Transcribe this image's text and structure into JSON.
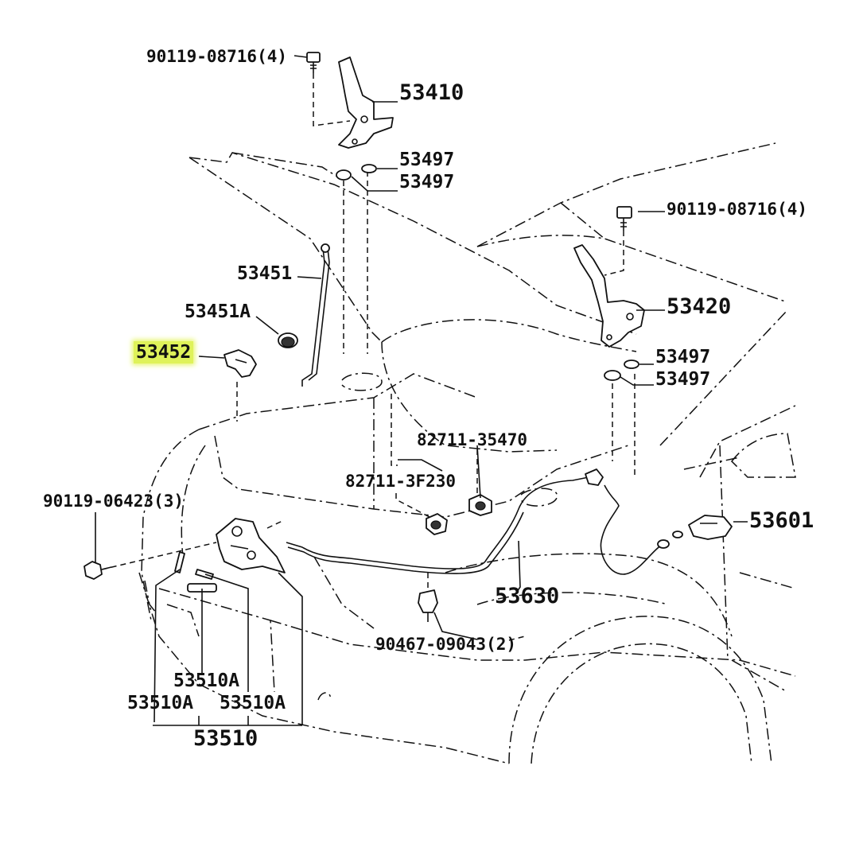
{
  "diagram": {
    "labels": {
      "bolt_hinge_lh": "90119-08716(4)",
      "hinge_lh": "53410",
      "washer_lh_1": "53497",
      "washer_lh_2": "53497",
      "bolt_hinge_rh": "90119-08716(4)",
      "hinge_rh": "53420",
      "washer_rh_1": "53497",
      "washer_rh_2": "53497",
      "support_rod": "53451",
      "rod_grommet": "53451A",
      "rod_holder": "53452",
      "cable_clamp_1": "82711-35470",
      "cable_clamp_2": "82711-3F230",
      "bolt_lock": "90119-06423(3)",
      "release_lever": "53601",
      "release_cable": "53630",
      "cable_clip": "90467-09043(2)",
      "lock_sub_1": "53510A",
      "lock_sub_2": "53510A",
      "lock_sub_3": "53510A",
      "lock_assy": "53510"
    },
    "highlight_color": "#dff25a"
  }
}
